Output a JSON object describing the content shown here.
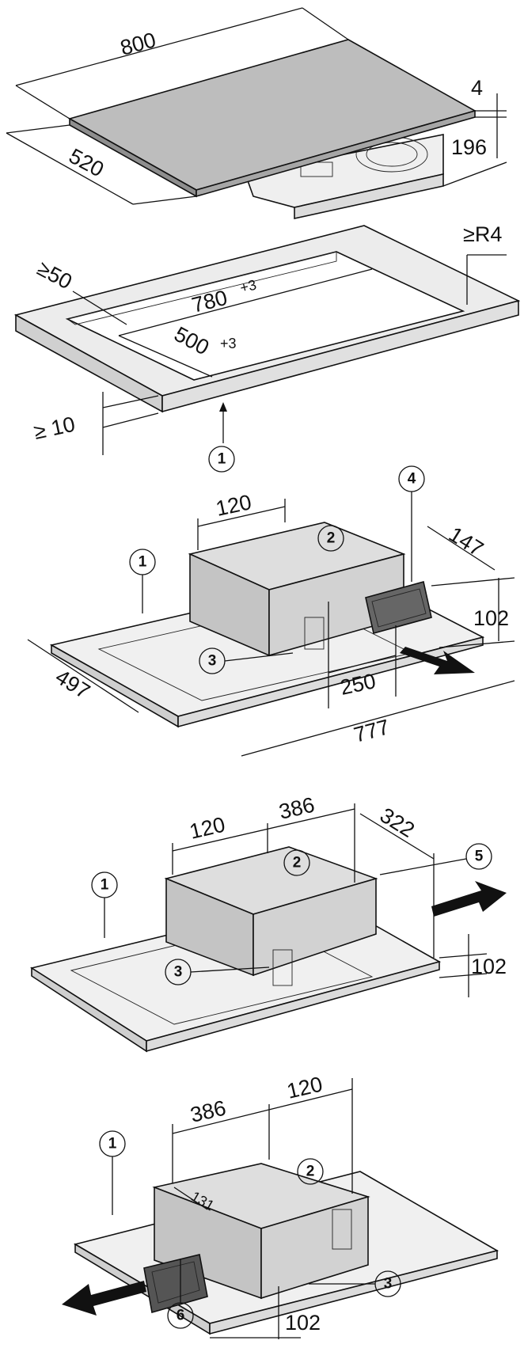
{
  "hob": {
    "width": "800",
    "depth": "520",
    "glass_thickness": "4",
    "height": "196"
  },
  "cutout": {
    "side_min": "≥50",
    "radius": "≥R4",
    "width": "780",
    "width_tol": "+3",
    "depth": "500",
    "depth_tol": "+3",
    "worktop_min": "≥ 10",
    "callout_1": "1"
  },
  "variant_a": {
    "d_120": "120",
    "d_147": "147",
    "d_102": "102",
    "d_250": "250",
    "d_497": "497",
    "d_777": "777",
    "callouts": [
      "1",
      "2",
      "3",
      "4"
    ]
  },
  "variant_b": {
    "d_120": "120",
    "d_386": "386",
    "d_322": "322",
    "d_102": "102",
    "callouts": [
      "1",
      "2",
      "3",
      "5"
    ]
  },
  "variant_c": {
    "d_386": "386",
    "d_120": "120",
    "d_131": "131",
    "d_102": "102",
    "callouts": [
      "1",
      "2",
      "3",
      "6"
    ]
  }
}
